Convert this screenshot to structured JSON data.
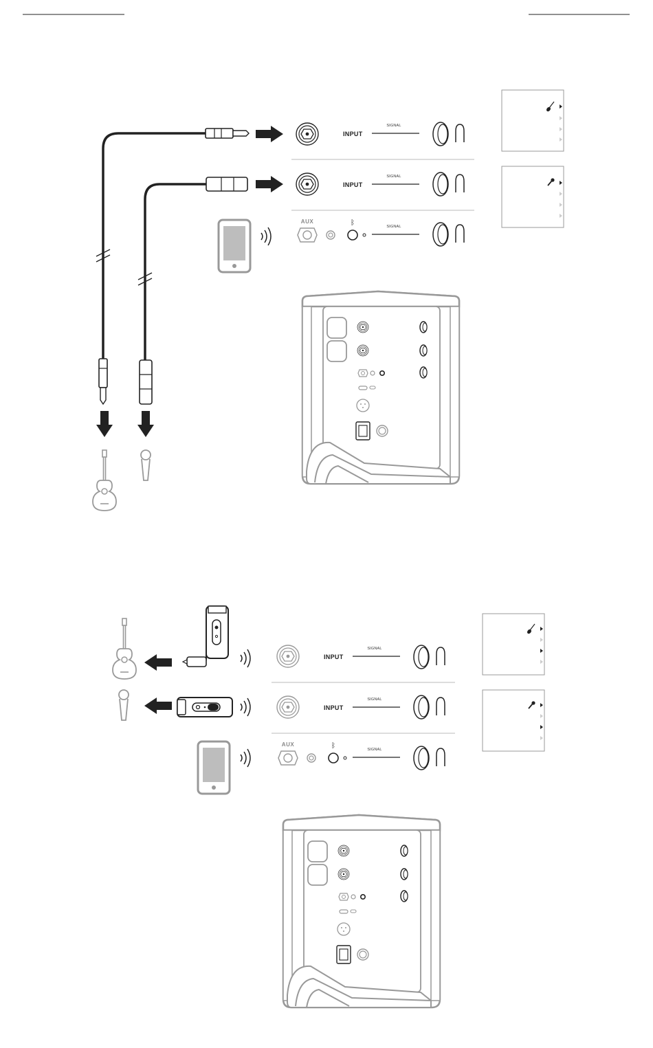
{
  "header_rules": {
    "left": "",
    "right": ""
  },
  "diagram_top": {
    "channels": [
      {
        "label": "INPUT",
        "signal": "SIGNAL"
      },
      {
        "label": "INPUT",
        "signal": "SIGNAL"
      },
      {
        "aux": "AUX",
        "bluetooth_icon": "bluetooth-icon",
        "signal": "SIGNAL"
      }
    ],
    "sources": [
      "guitar-icon",
      "microphone-icon",
      "phone-icon"
    ]
  },
  "diagram_bottom": {
    "channels": [
      {
        "label": "INPUT",
        "signal": "SIGNAL"
      },
      {
        "label": "INPUT",
        "signal": "SIGNAL"
      },
      {
        "aux": "AUX",
        "bluetooth_icon": "bluetooth-icon",
        "signal": "SIGNAL"
      }
    ],
    "sources": [
      "guitar-icon",
      "microphone-icon",
      "phone-icon"
    ]
  },
  "colors": {
    "line": "#222222",
    "gray": "#8a8a8a",
    "light_gray": "#bdbdbd"
  }
}
